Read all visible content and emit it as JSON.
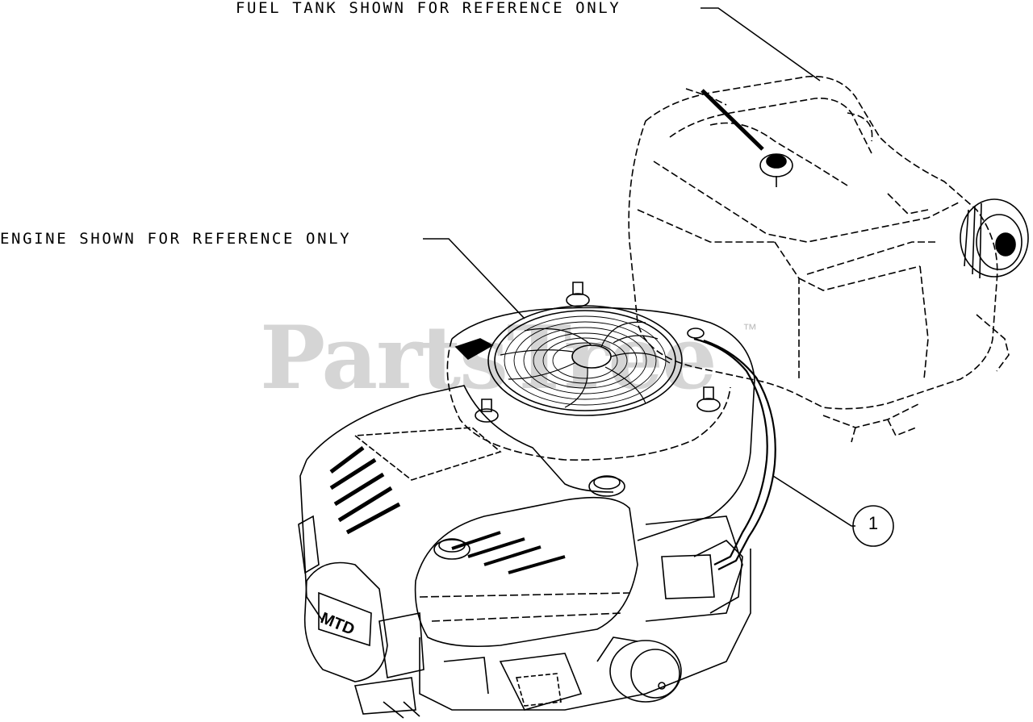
{
  "labels": {
    "fuel_tank": "FUEL TANK SHOWN FOR REFERENCE ONLY",
    "engine": "ENGINE SHOWN FOR REFERENCE ONLY"
  },
  "callouts": [
    {
      "number": "1"
    }
  ],
  "watermark": {
    "text": "PartsTree",
    "tm": "™"
  },
  "colors": {
    "line": "#000000",
    "background": "#ffffff",
    "watermark": "#9a9a9a"
  }
}
